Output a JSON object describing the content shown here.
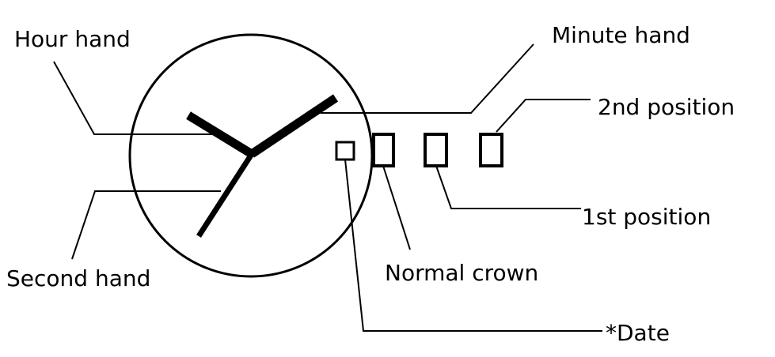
{
  "labels": {
    "hour_hand": "Hour hand",
    "minute_hand": "Minute hand",
    "second_position": "2nd position",
    "first_position": "1st position",
    "second_hand": "Second hand",
    "normal_crown": "Normal crown",
    "date": "*Date"
  },
  "colors": {
    "ink": "#000000",
    "background": "#ffffff"
  }
}
